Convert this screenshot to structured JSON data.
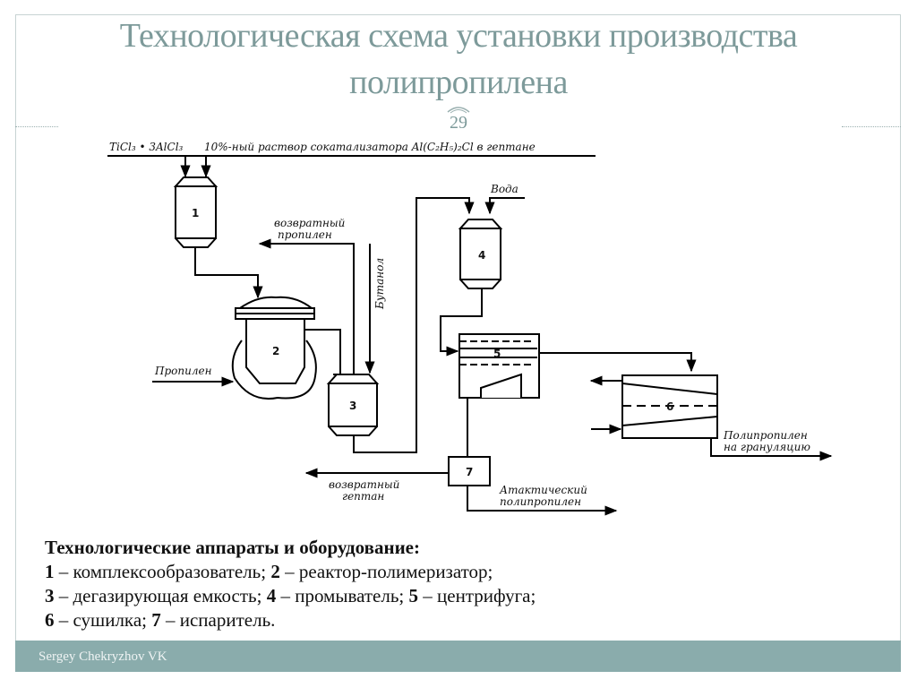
{
  "slide": {
    "title": "Технологическая схема установки производства полипропилена",
    "page_number": "29",
    "footer": "Sergey Chekryzhov VK",
    "accent_color": "#7d9a9a",
    "footer_color": "#8aacac"
  },
  "diagram": {
    "feeds": {
      "catalyst": "TiCl₃ • 3AlCl₃",
      "cocatalyst": "10%-ный раствор сокатализатора Al(C₂H₅)₂Cl в гептане",
      "water": "Вода",
      "butanol": "Бутанол",
      "propylene": "Пропилен"
    },
    "outputs": {
      "return_propylene_1": "возвратный",
      "return_propylene_2": "пропилен",
      "return_heptane_1": "возвратный",
      "return_heptane_2": "гептан",
      "atactic_1": "Атактический",
      "atactic_2": "полипропилен",
      "product_1": "Полипропилен",
      "product_2": "на грануляцию"
    },
    "units": [
      "1",
      "2",
      "3",
      "4",
      "5",
      "6",
      "7"
    ]
  },
  "legend": {
    "heading": "Технологические аппараты и оборудование:",
    "items": [
      {
        "num": "1",
        "text": " – комплексообразователь; "
      },
      {
        "num": "2",
        "text": " – реактор-полимеризатор;"
      },
      {
        "num": "3",
        "text": " – дегазирующая емкость; "
      },
      {
        "num": "4",
        "text": " – промыватель; "
      },
      {
        "num": "5",
        "text": " – центрифуга;"
      },
      {
        "num": "6",
        "text": " – сушилка; "
      },
      {
        "num": "7",
        "text": " – испаритель."
      }
    ]
  }
}
